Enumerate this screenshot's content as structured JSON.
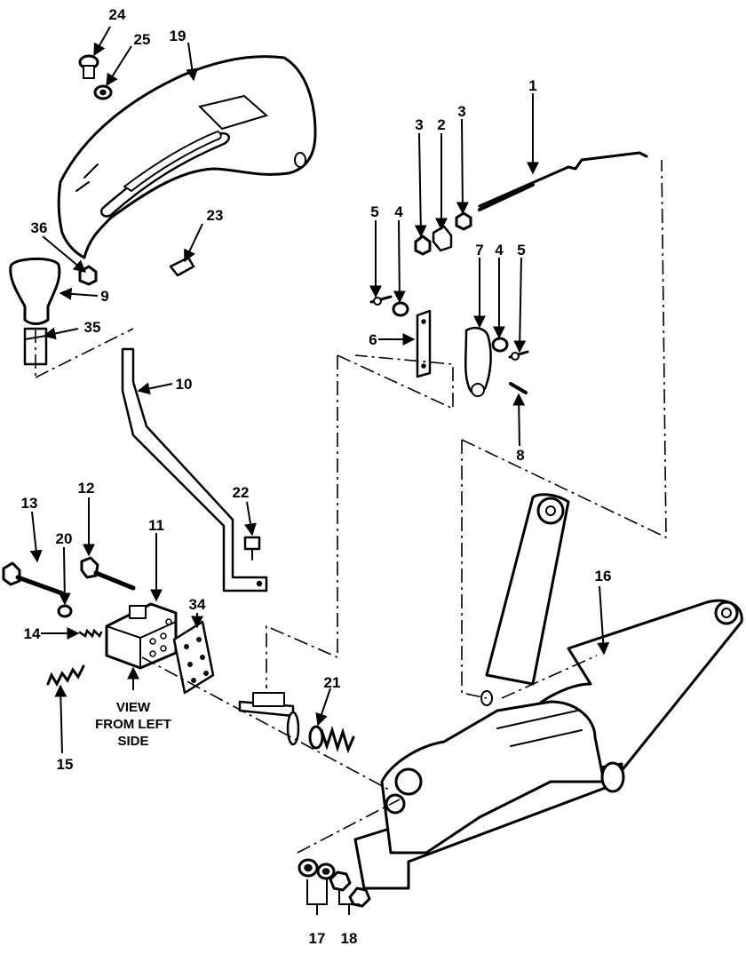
{
  "callouts": {
    "c1": "1",
    "c2": "2",
    "c3a": "3",
    "c3b": "3",
    "c4a": "4",
    "c4b": "4",
    "c5a": "5",
    "c5b": "5",
    "c6": "6",
    "c7": "7",
    "c8": "8",
    "c9": "9",
    "c10": "10",
    "c11": "11",
    "c12": "12",
    "c13": "13",
    "c14": "14",
    "c15": "15",
    "c16": "16",
    "c17": "17",
    "c18": "18",
    "c19": "19",
    "c20": "20",
    "c21": "21",
    "c22": "22",
    "c23": "23",
    "c24": "24",
    "c25": "25",
    "c34": "34",
    "c35": "35",
    "c36": "36"
  },
  "view_note": {
    "line1": "VIEW",
    "line2": "FROM LEFT",
    "line3": "SIDE"
  }
}
